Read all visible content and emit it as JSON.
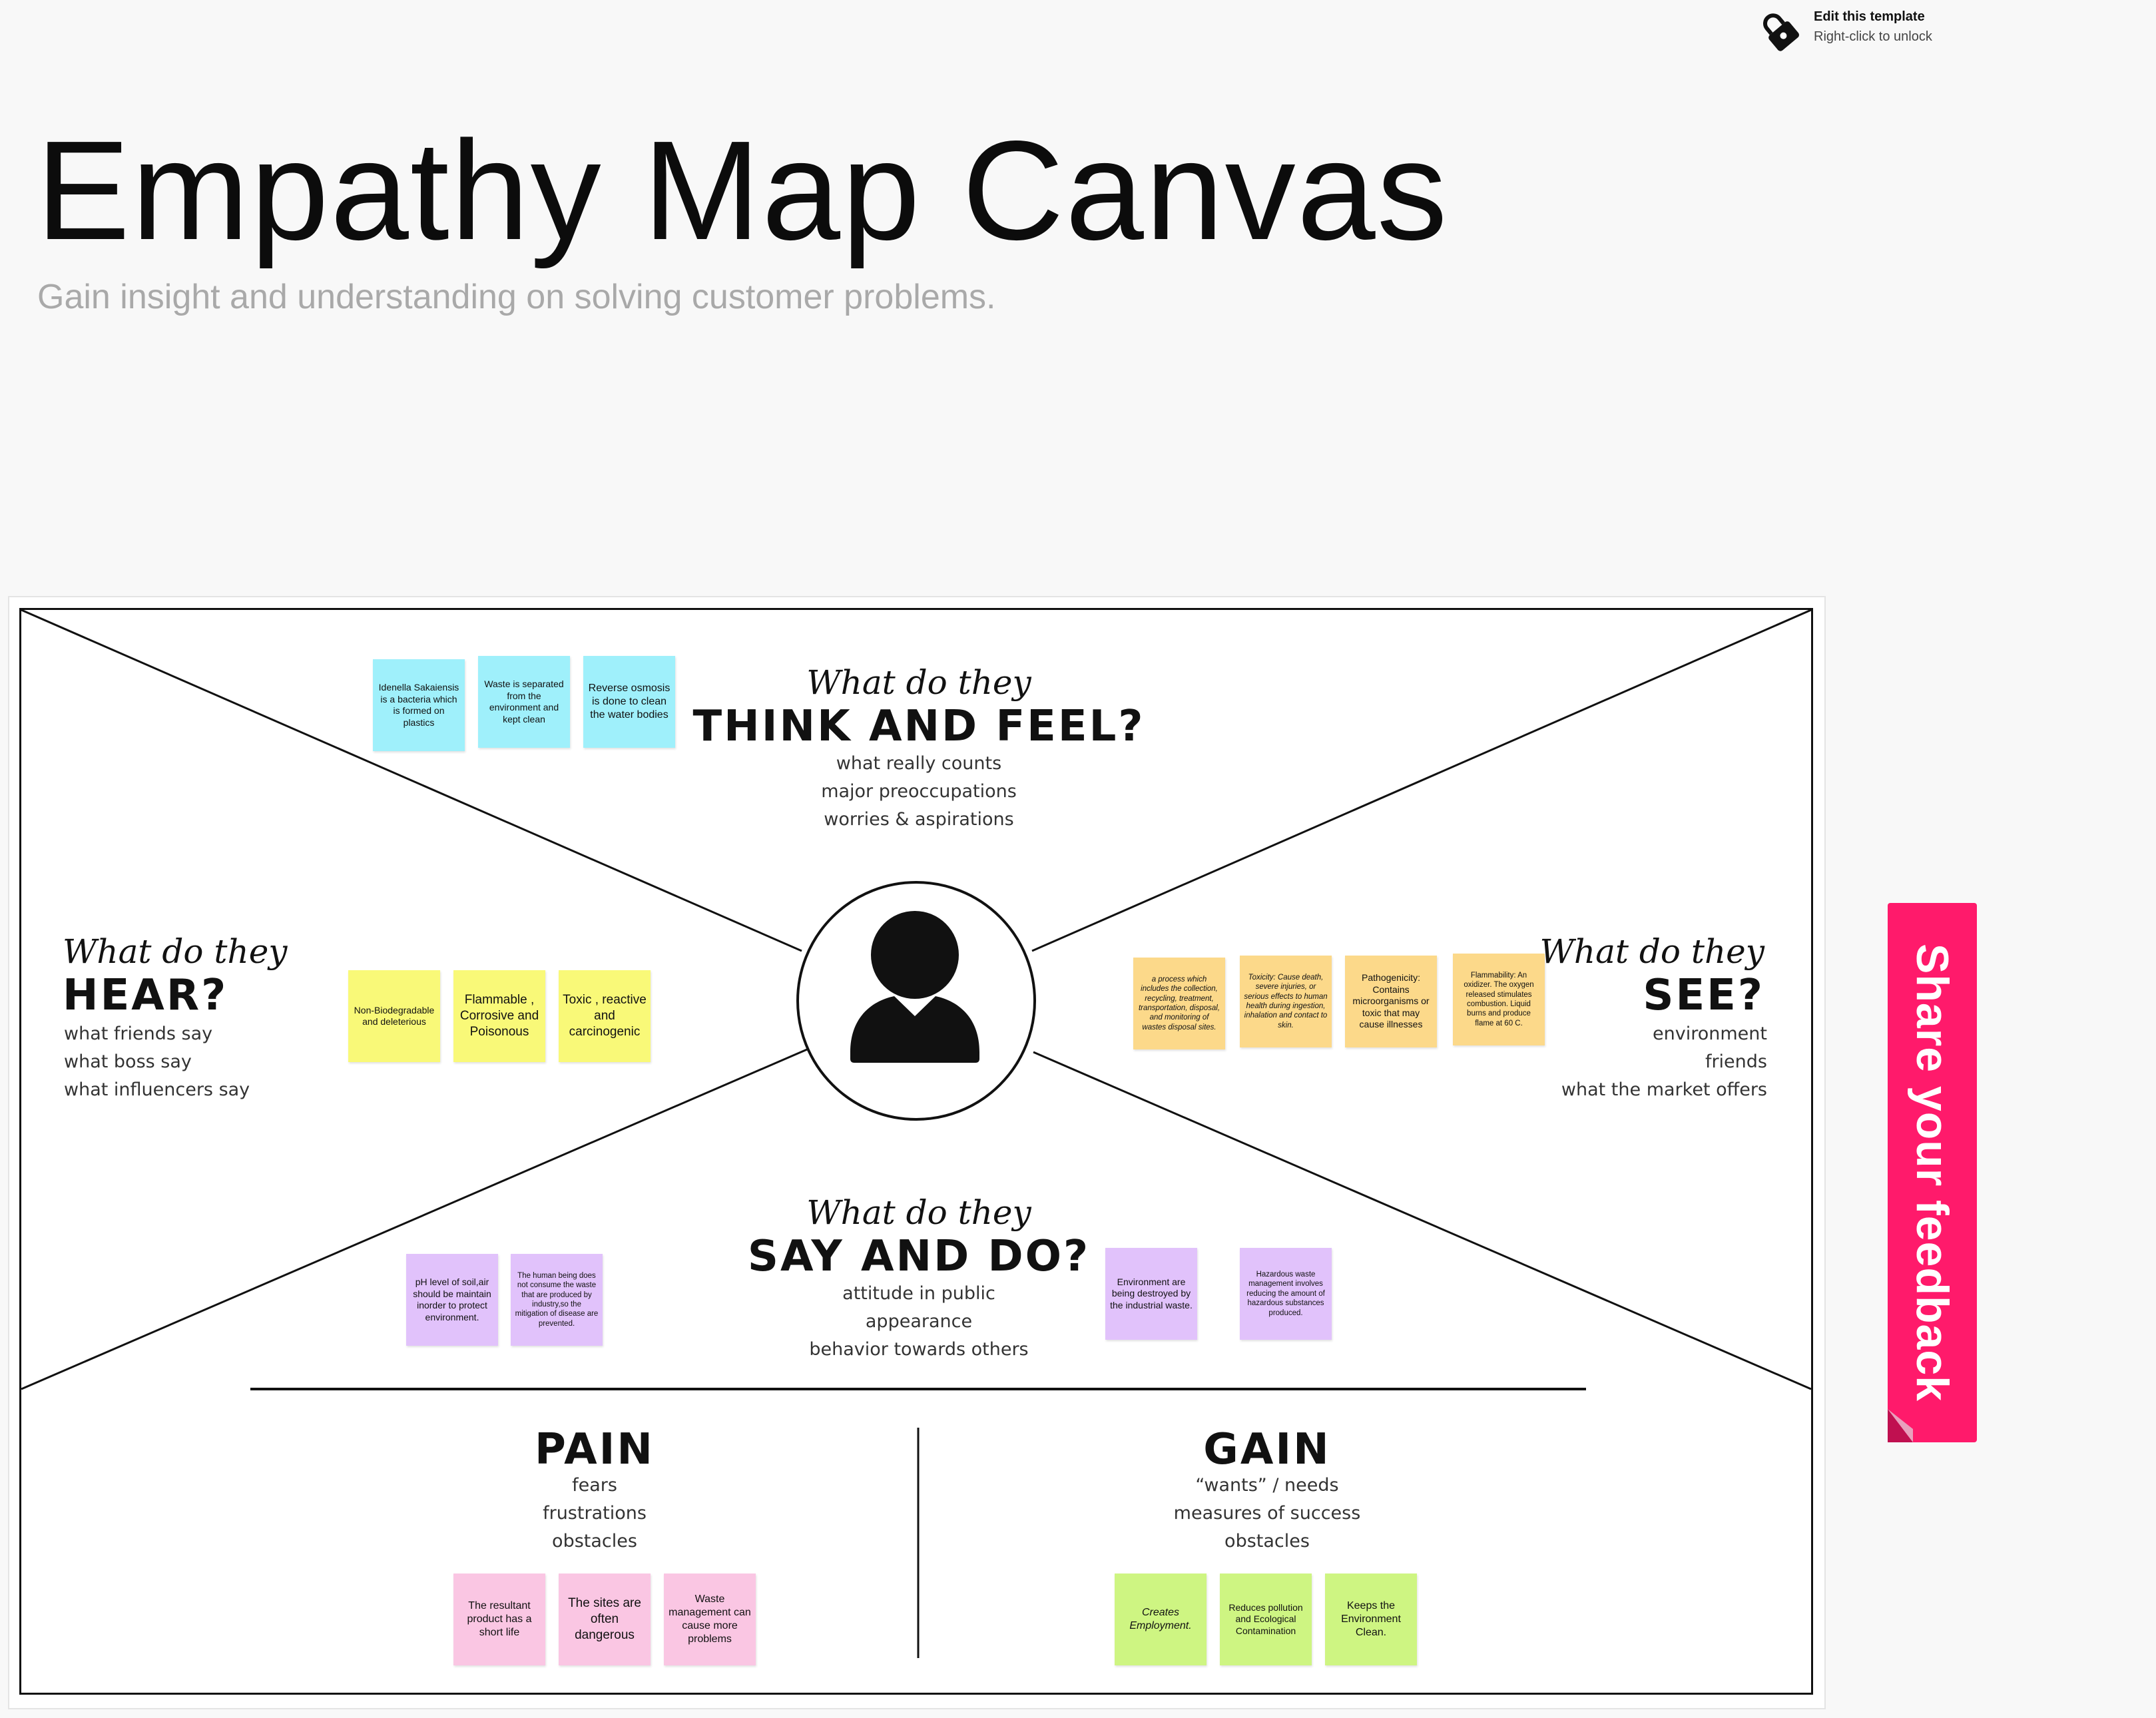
{
  "template_banner": {
    "title": "Edit this template",
    "hint": "Right-click to unlock",
    "icon": "lock-icon"
  },
  "page": {
    "title": "Empathy Map Canvas",
    "subtitle": "Gain insight and understanding on solving customer problems."
  },
  "feedback_tab": {
    "label": "Share your feedback",
    "color": "#ff1a6b"
  },
  "sections": {
    "think_feel": {
      "prefix": "What do they",
      "heading": "THINK AND FEEL?",
      "lines": [
        "what really counts",
        "major preoccupations",
        "worries & aspirations"
      ]
    },
    "hear": {
      "prefix": "What do they",
      "heading": "HEAR?",
      "lines": [
        "what friends say",
        "what boss say",
        "what influencers say"
      ]
    },
    "see": {
      "prefix": "What do they",
      "heading": "SEE?",
      "lines": [
        "environment",
        "friends",
        "what the market offers"
      ]
    },
    "say_do": {
      "prefix": "What do they",
      "heading": "SAY AND DO?",
      "lines": [
        "attitude in public",
        "appearance",
        "behavior towards others"
      ]
    },
    "pain": {
      "heading": "PAIN",
      "lines": [
        "fears",
        "frustrations",
        "obstacles"
      ]
    },
    "gain": {
      "heading": "GAIN",
      "lines": [
        "“wants” / needs",
        "measures of success",
        "obstacles"
      ]
    }
  },
  "notes": {
    "think": [
      {
        "text": "Idenella Sakaiensis is a bacteria which is formed on plastics",
        "color": "#9ff0fb"
      },
      {
        "text": "Waste is separated from the environment and kept clean",
        "color": "#9ff0fb"
      },
      {
        "text": "Reverse osmosis is done to clean the water bodies",
        "color": "#9ff0fb"
      }
    ],
    "hear": [
      {
        "text": "Non-Biodegradable and deleterious",
        "color": "#f9f978"
      },
      {
        "text": "Flammable , Corrosive and Poisonous",
        "color": "#f9f978"
      },
      {
        "text": "Toxic , reactive and carcinogenic",
        "color": "#f9f978"
      }
    ],
    "see": [
      {
        "text": "a process which includes the collection, recycling, treatment, transportation, disposal, and monitoring of wastes disposal sites.",
        "color": "#fcd98a"
      },
      {
        "text": "Toxicity: Cause death, severe injuries, or serious effects to human health during ingestion, inhalation and contact to skin.",
        "color": "#fcd98a"
      },
      {
        "text": "Pathogenicity: Contains microorganisms or toxic that may cause illnesses",
        "color": "#fcd98a"
      },
      {
        "text": "Flammability: An oxidizer. The oxygen released stimulates combustion. Liquid burns and produce flame at 60 C.",
        "color": "#fcd98a"
      }
    ],
    "say_left": [
      {
        "text": "pH level of soil,air should be maintain inorder to protect environment.",
        "color": "#e1c2fb"
      },
      {
        "text": "The human being does not consume the waste that are produced by industry,so the mitigation of disease are prevented.",
        "color": "#e1c2fb"
      }
    ],
    "say_right": [
      {
        "text": "Environment are being destroyed by the industrial waste.",
        "color": "#e1c2fb"
      },
      {
        "text": "Hazardous waste management involves reducing the amount of hazardous substances produced.",
        "color": "#e1c2fb"
      }
    ],
    "pain": [
      {
        "text": "The resultant product has a short life",
        "color": "#fac6e3"
      },
      {
        "text": "The sites are often dangerous",
        "color": "#fac6e3"
      },
      {
        "text": "Waste management can cause more problems",
        "color": "#fac6e3"
      }
    ],
    "gain": [
      {
        "text": "Creates Employment.",
        "color": "#cef582"
      },
      {
        "text": "Reduces pollution and Ecological Contamination",
        "color": "#cef582"
      },
      {
        "text": "Keeps the Environment Clean.",
        "color": "#cef582"
      }
    ]
  },
  "avatar": {
    "icon": "user-avatar-icon"
  }
}
